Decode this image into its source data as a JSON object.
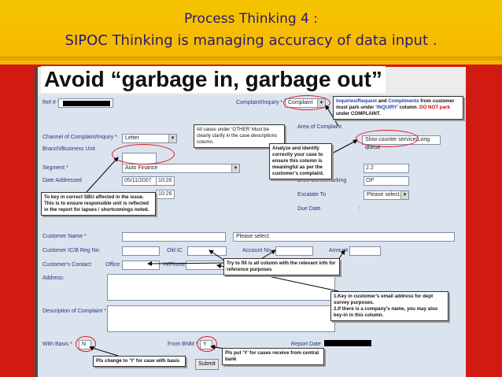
{
  "slide": {
    "title_line1": "Process Thinking 4 :",
    "title_line2": "SIPOC Thinking is managing accuracy of data input ."
  },
  "heading": "Avoid “garbage in, garbage out”",
  "form": {
    "ref_label": "Ref #",
    "complaint_inquiry_label": "Complaint/Inquiry",
    "complaint_inquiry_value": "Complaint",
    "channel_label": "Channel of Complaint/Inquiry",
    "channel_value": "Letter",
    "branch_label": "Branch/Business Unit",
    "segment_label": "Segment",
    "segment_value": "Auto Finance",
    "date_addressed_label": "Date Addressed",
    "date_value": "05/11/2007",
    "time_value1": "10:26",
    "time_value2": "10:26",
    "area_label": "Area of Complaint",
    "area_value": "Slow counter service/Long queue",
    "value_22": "2.2",
    "bnm_benchmarking_label": "BNM Benchmarking",
    "op_value": "OP",
    "escalate_label": "Escalate To",
    "escalate_value": "Please select..",
    "due_date_label": "Due Date",
    "customer_name_label": "Customer Name",
    "customer_name_value": "Please select.",
    "customer_ic_label": "Customer IC/B Reg No:",
    "old_ic_label": "Old IC",
    "account_no_label": "Account No",
    "amount_label": "Amount",
    "contact_label": "Customer's Contact:",
    "office_label": "Office",
    "hphone_label": "H/Phone",
    "address_label": "Address:",
    "description_label": "Description of Complaint",
    "with_basis_label": "With Basis",
    "with_basis_value": "N",
    "from_bnm_label": "From BNM",
    "from_bnm_value": "Y",
    "report_date_label": "Report Date",
    "submit_label": "Submit"
  },
  "callouts": {
    "inquiry": {
      "p1": "Inquiries/Request",
      "p2": " and ",
      "p3": "Compliments",
      "p4": " from customer must park under ‘",
      "p5": "INQUIRY",
      "p6": "’ column. ",
      "p7": "DO NOT park",
      "p8": " under COMPLAINT."
    },
    "other": "All cases under ‘OTHER’ Must be clearly clarify in the case descriptions column.",
    "analyze": "Analyze and identify correctly your case to ensure this column is meaningful as per the customer’s complaint.",
    "sbu": "To key in correct SBU affected in the issue. This is to ensure responsible unit is reflected in the report for lapses / shortcomings noted.",
    "fill_all": "Try to fill is all column with the relevant info for reference purposes",
    "email": "1.Key in customer’s email address for dept survey purposes.\n2.If there is a company’s name, you may also key-in in this column.",
    "basis": "Pls change to ‘Y’ for case with basis",
    "bnm": "Pls put ‘Y’ for cases receive from central bank"
  },
  "colors": {
    "header_bg": "#f5c400",
    "slide_bg": "#d11a12",
    "form_bg": "#dbe3ef",
    "title_text": "#2a1a6e",
    "highlight_oval": "#e01818"
  }
}
